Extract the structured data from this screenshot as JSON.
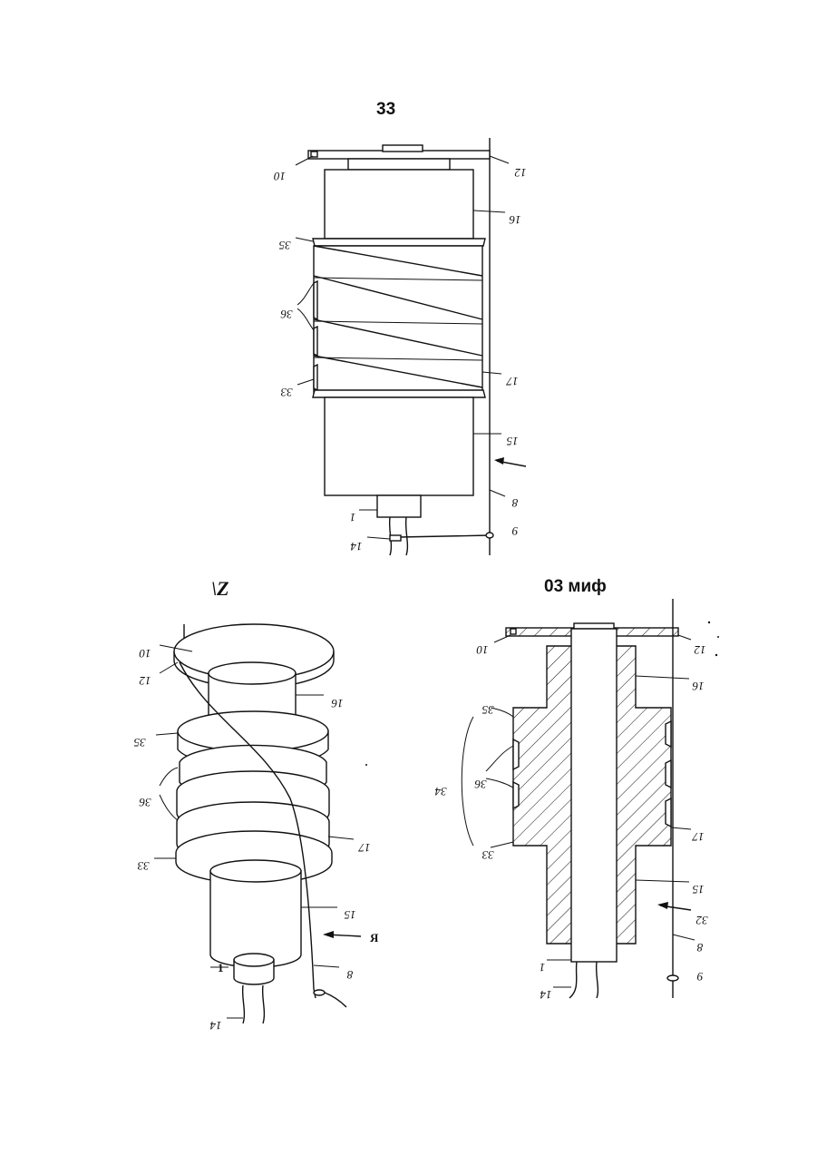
{
  "figures": {
    "fig1": {
      "title": "33"
    },
    "fig2": {
      "title": "\\Z"
    },
    "fig3": {
      "title": "03 миф"
    }
  },
  "labels": {
    "fig1": [
      "10",
      "12",
      "16",
      "35",
      "36",
      "33",
      "17",
      "15",
      "8",
      "1",
      "9",
      "14"
    ],
    "fig2": [
      "10",
      "12",
      "16",
      "35",
      "36",
      "17",
      "33",
      "15",
      "Я",
      "1",
      "8",
      "14"
    ],
    "fig3": [
      "10",
      "12",
      "16",
      "35",
      "36",
      "34",
      "17",
      "33",
      "15",
      "32",
      "8",
      "1",
      "9",
      "14"
    ]
  }
}
